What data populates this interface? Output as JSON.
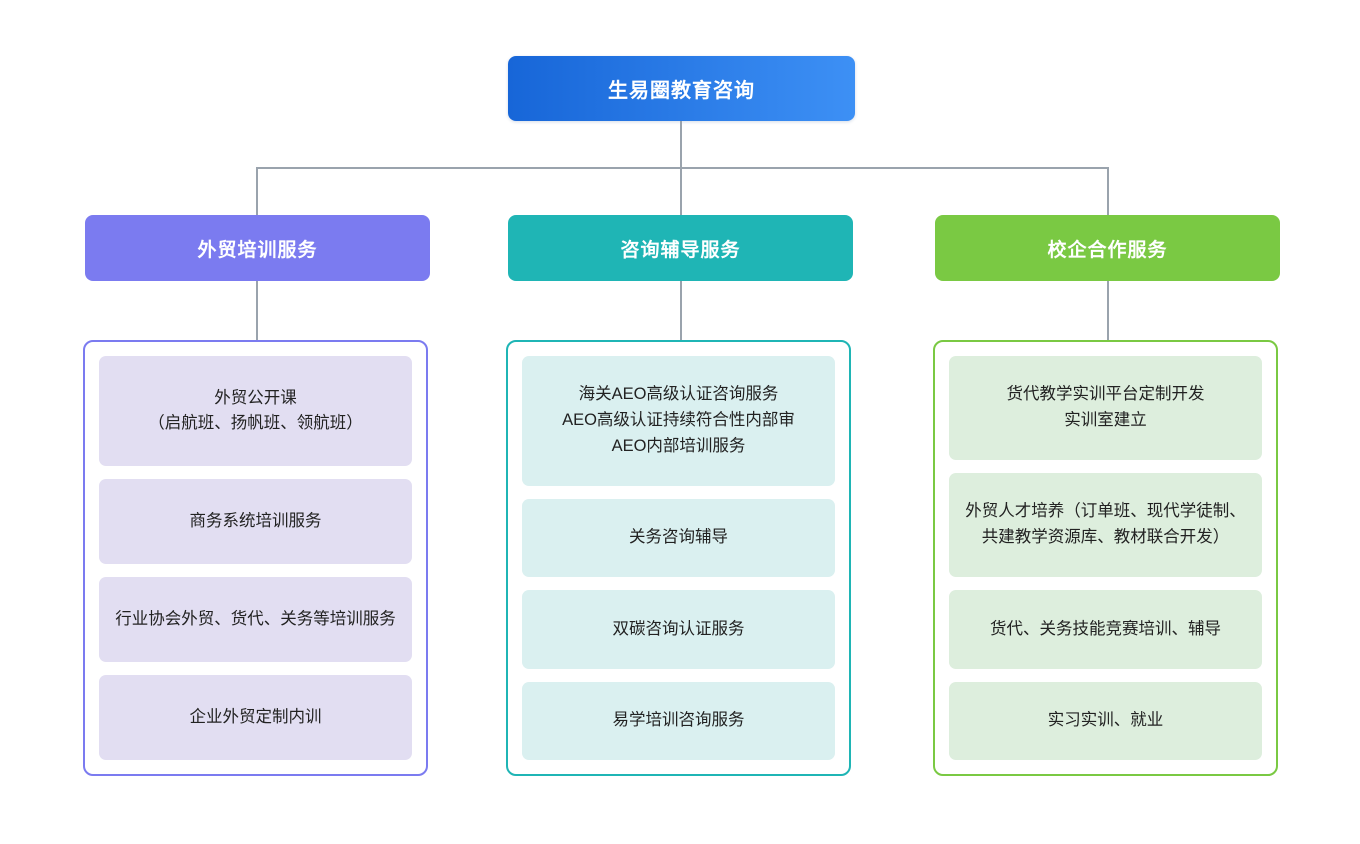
{
  "diagram": {
    "root": {
      "label": "生易圈教育咨询",
      "gradient_from": "#1766d8",
      "gradient_to": "#3d90f5"
    },
    "connector_color": "#9aa3ad",
    "columns": [
      {
        "header": "外贸培训服务",
        "header_color": "#7b7bf0",
        "border_color": "#7b7bf0",
        "item_bg": "#e2def2",
        "items": [
          "外贸公开课\n（启航班、扬帆班、领航班）",
          "商务系统培训服务",
          "行业协会外贸、货代、关务等培训服务",
          "企业外贸定制内训"
        ]
      },
      {
        "header": "咨询辅导服务",
        "header_color": "#1fb5b5",
        "border_color": "#1fb5b5",
        "item_bg": "#daf0f0",
        "items": [
          "海关AEO高级认证咨询服务\nAEO高级认证持续符合性内部审\nAEO内部培训服务",
          "关务咨询辅导",
          "双碳咨询认证服务",
          "易学培训咨询服务"
        ]
      },
      {
        "header": "校企合作服务",
        "header_color": "#7ac943",
        "border_color": "#7ac943",
        "item_bg": "#ddeedd",
        "items": [
          "货代教学实训平台定制开发\n实训室建立",
          "外贸人才培养（订单班、现代学徒制、共建教学资源库、教材联合开发）",
          "货代、关务技能竞赛培训、辅导",
          "实习实训、就业"
        ]
      }
    ]
  }
}
